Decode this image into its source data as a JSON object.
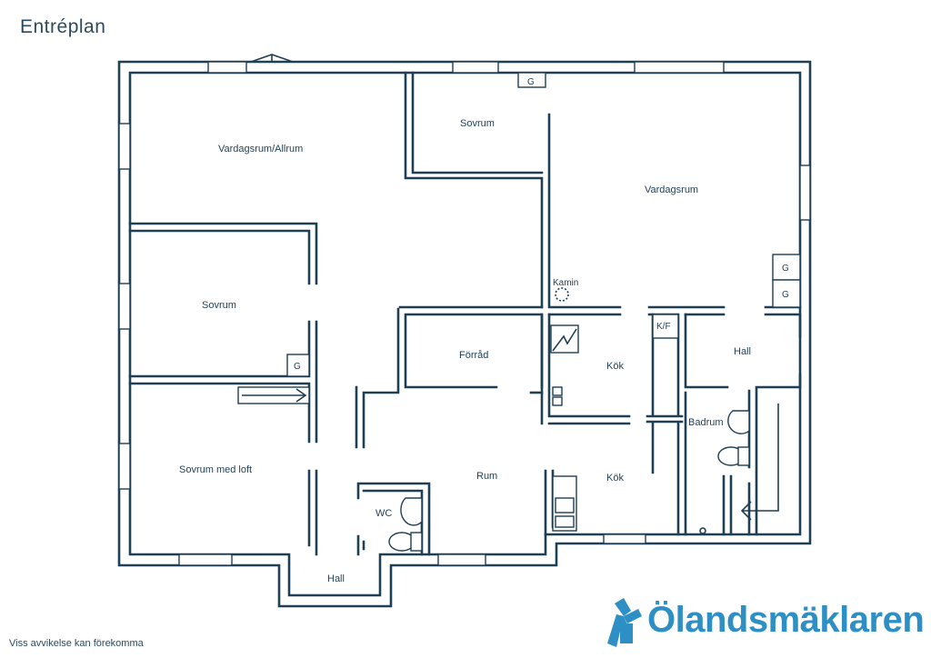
{
  "title": "Entréplan",
  "disclaimer": "Viss avvikelse kan förekomma",
  "brand": {
    "name": "Ölandsmäklaren",
    "color": "#2d8fc4",
    "icon": "windmill-icon"
  },
  "colors": {
    "wall": "#1f3f55"
  },
  "rooms": {
    "vardagsrum_allrum": "Vardagsrum/Allrum",
    "sovrum_top": "Sovrum",
    "vardagsrum": "Vardagsrum",
    "sovrum_left": "Sovrum",
    "sovrum_loft": "Sovrum med loft",
    "forrad": "Förråd",
    "kok_upper": "Kök",
    "kok_lower": "Kök",
    "rum": "Rum",
    "hall_right": "Hall",
    "badrum": "Badrum",
    "wc": "WC",
    "hall_bottom": "Hall"
  },
  "fixtures": {
    "kamin": "Kamin",
    "kf": "K/F",
    "g": "G"
  }
}
